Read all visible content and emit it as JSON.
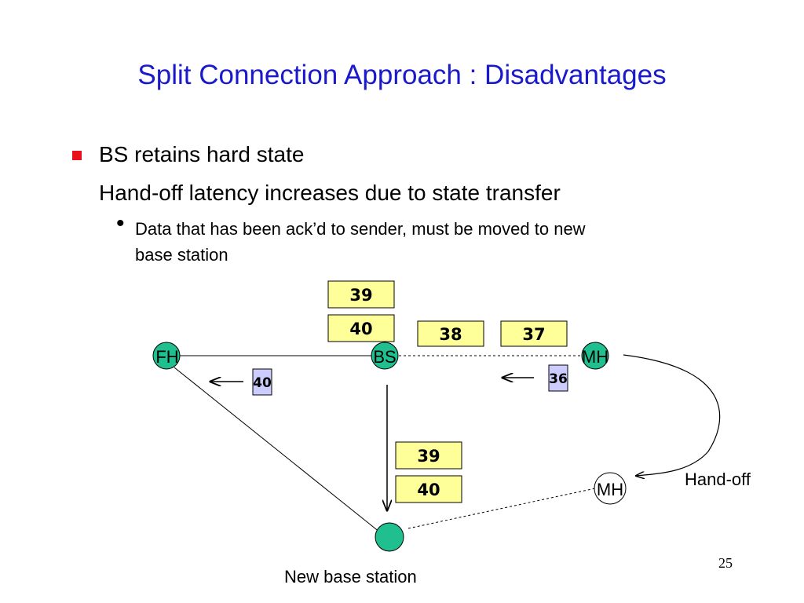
{
  "slide": {
    "title": "Split Connection Approach : Disadvantages",
    "bullet_line1": "BS retains hard state",
    "bullet_line2": "Hand-off latency increases due to state transfer",
    "sub_bullet_line1": "Data that has been ack’d to sender, must be moved to new",
    "sub_bullet_line2": "base station",
    "page_number": "25"
  },
  "diagram": {
    "nodes": {
      "fh": "FH",
      "bs": "BS",
      "mh": "MH",
      "mh_new": "MH"
    },
    "packets": {
      "bs_top_1": "39",
      "bs_top_2": "40",
      "link_1": "38",
      "link_2": "37",
      "ack_fh": "40",
      "ack_mh": "36",
      "new_bs_1": "39",
      "new_bs_2": "40"
    },
    "handoff_label": "Hand-off",
    "new_bs_label": "New base station",
    "colors": {
      "node_fill": "#1fbf8f",
      "packet_fill": "#ffff99",
      "ack_fill": "#ccccff",
      "title": "#1a1acc",
      "bullet": "#e8101a"
    }
  }
}
